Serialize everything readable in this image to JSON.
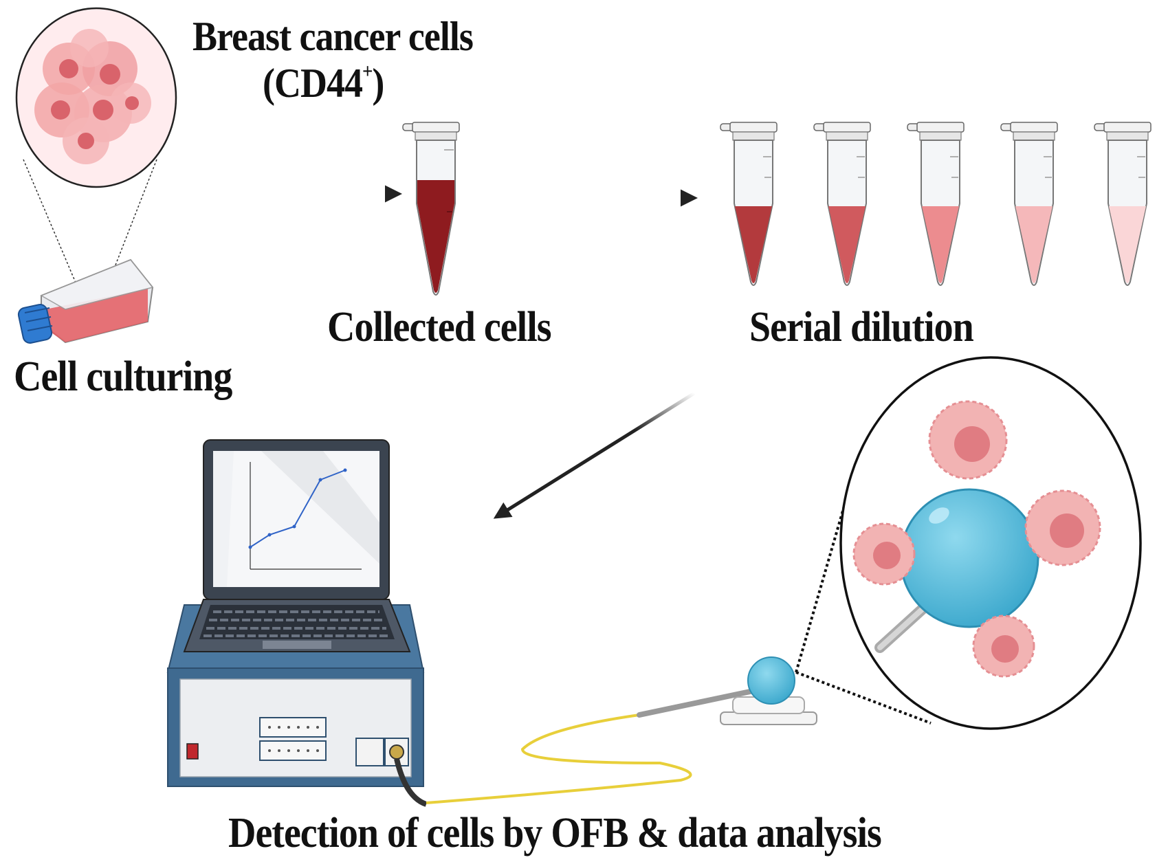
{
  "labels": {
    "breast_cancer_cells": "Breast cancer cells",
    "cd44_prefix": "(CD44",
    "cd44_sup": "+",
    "cd44_suffix": ")",
    "collected_cells": "Collected cells",
    "serial_dilution": "Serial dilution",
    "cell_culturing": "Cell culturing",
    "detection": "Detection of cells by OFB & data analysis"
  },
  "colors": {
    "arrow": "#222222",
    "cell_pink": "#f2a6a6",
    "cell_nucleus": "#d9636b",
    "sample_dark": "#8e1b1f",
    "bead_blue": "#5bbfde",
    "fiber_yellow": "#e8cf3a",
    "device_blue": "#3f6a90"
  },
  "dilution_tube_colors": [
    "#b33a3d",
    "#d05a5e",
    "#ec8c8f",
    "#f5b8ba",
    "#fad6d7"
  ]
}
